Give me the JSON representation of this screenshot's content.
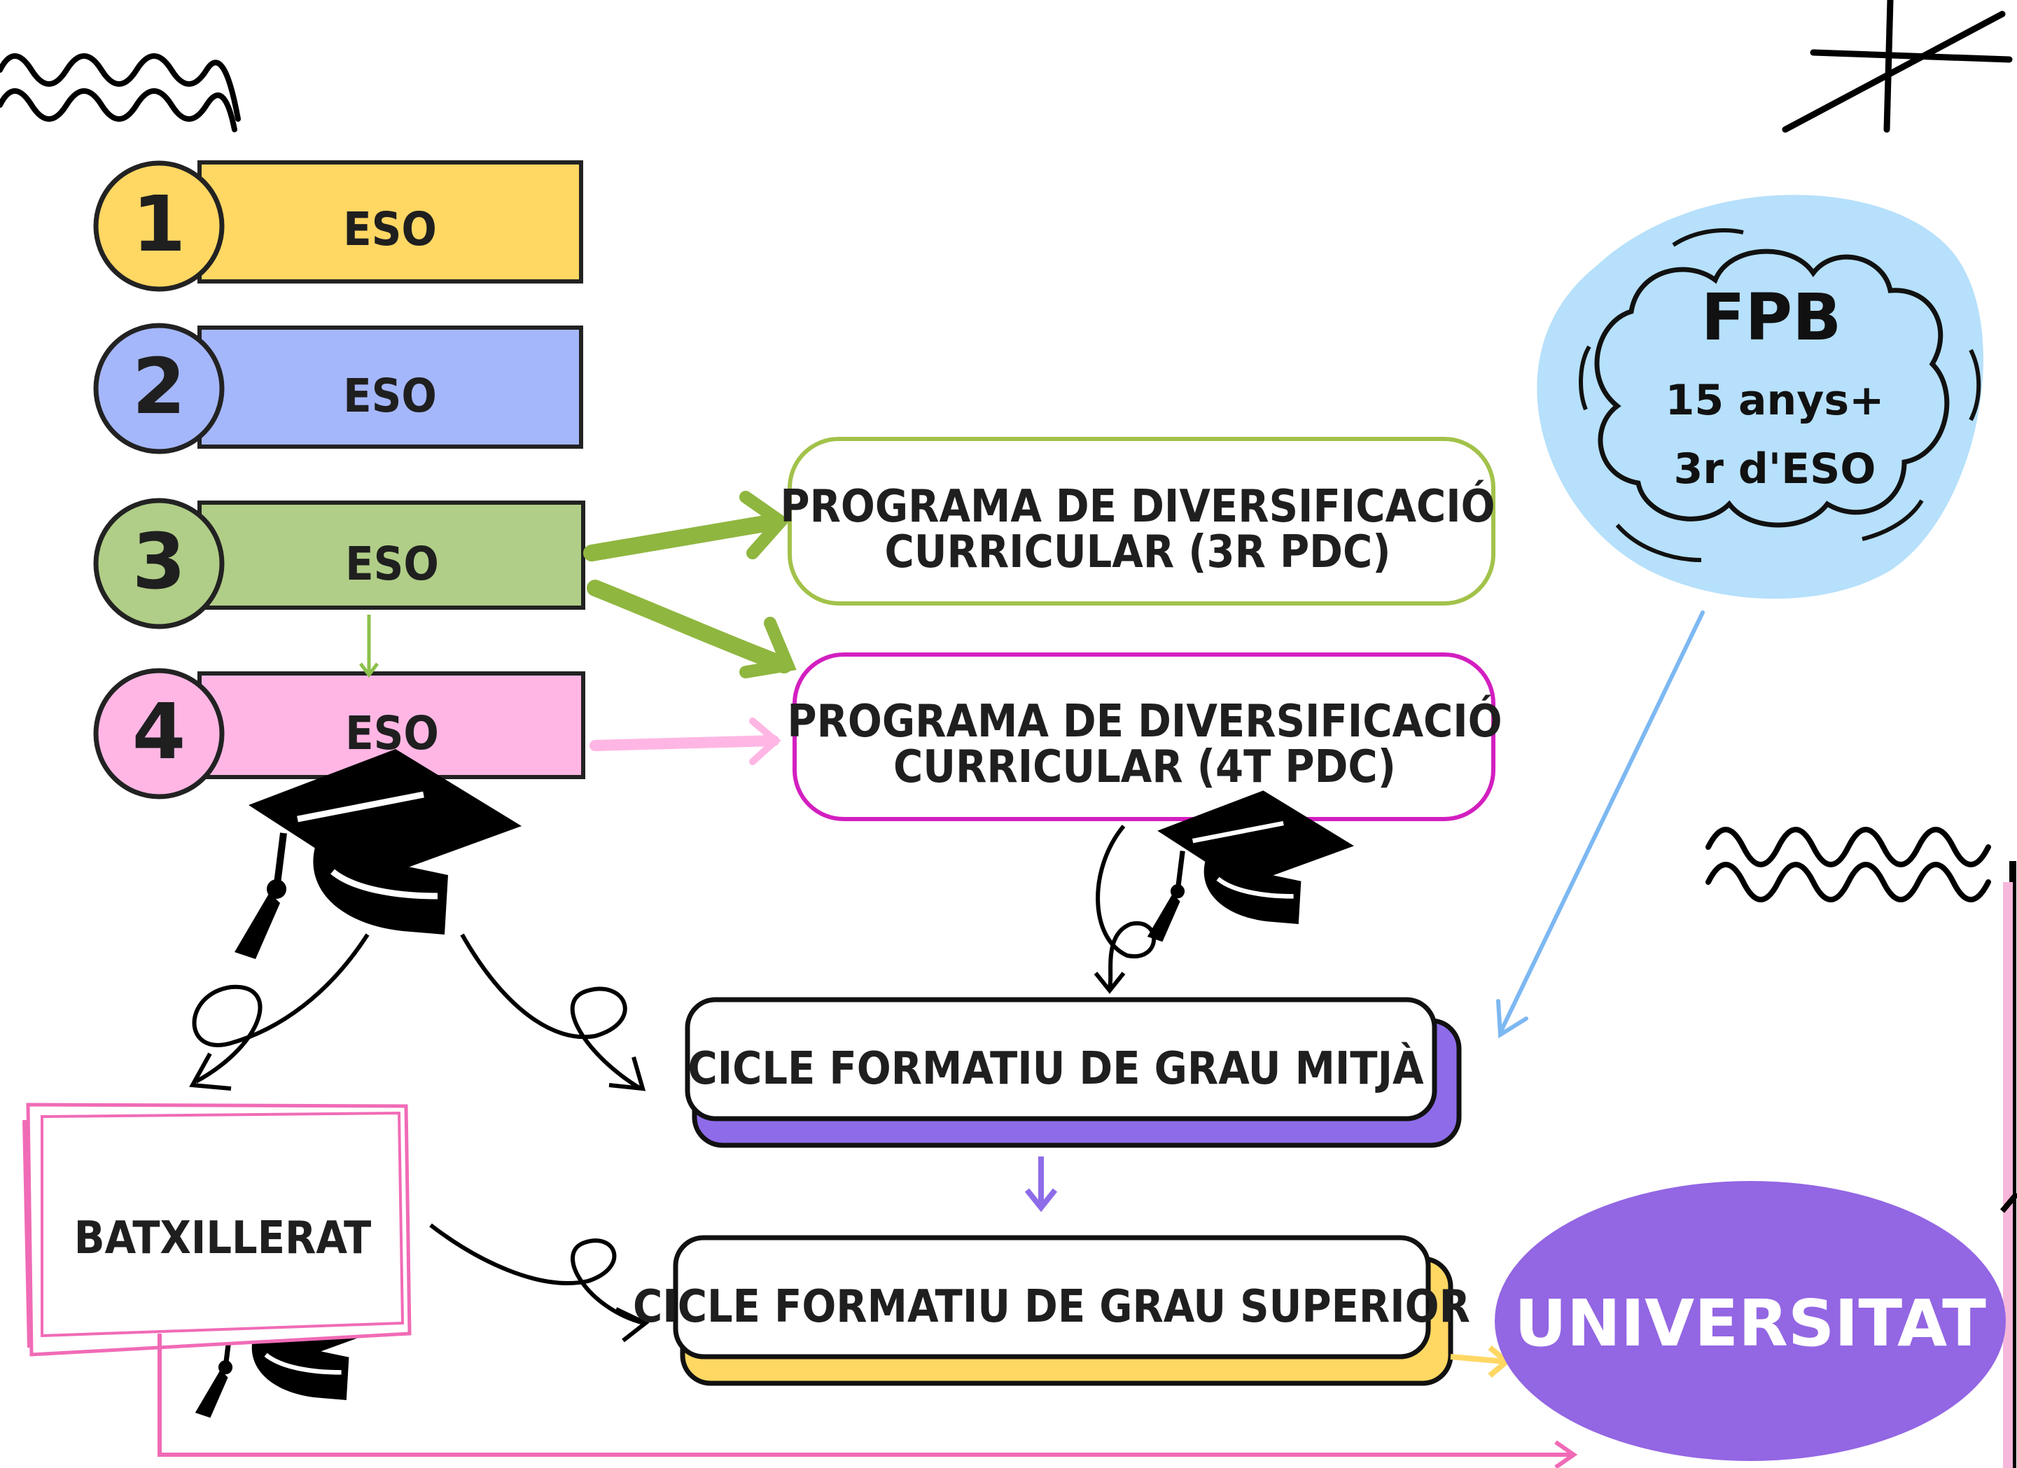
{
  "eso_levels": [
    {
      "number": "1",
      "label": "ESO",
      "color": "#FFD763"
    },
    {
      "number": "2",
      "label": "ESO",
      "color": "#A5B7FB"
    },
    {
      "number": "3",
      "label": "ESO",
      "color": "#B0CE87"
    },
    {
      "number": "4",
      "label": "ESO",
      "color": "#FFB6E4"
    }
  ],
  "pdc3": {
    "line1": "PROGRAMA DE DIVERSIFICACIÓ",
    "line2": "CURRICULAR (3R PDC)",
    "border_color": "#A2C24A"
  },
  "pdc4": {
    "line1": "PROGRAMA DE DIVERSIFICACIÓ",
    "line2": "CURRICULAR (4T PDC)",
    "border_color": "#D31FC0"
  },
  "fpb": {
    "title": "FPB",
    "line1": "15 anys+",
    "line2": "3r d'ESO",
    "bg_color": "#B6E0FB"
  },
  "grau_mitja": {
    "label": "CICLE FORMATIU DE GRAU MITJÀ",
    "shadow_color": "#8E6CE9"
  },
  "grau_superior": {
    "label": "CICLE FORMATIU DE GRAU SUPERIOR",
    "shadow_color": "#FFD763"
  },
  "batxillerat": {
    "label": "BATXILLERAT",
    "border_color": "#F06BB6"
  },
  "universitat": {
    "label": "UNIVERSITAT",
    "bg_color": "#9366E3"
  },
  "icons": [
    "graduation-cap-icon",
    "squiggle-icon",
    "star-doodle-icon"
  ]
}
